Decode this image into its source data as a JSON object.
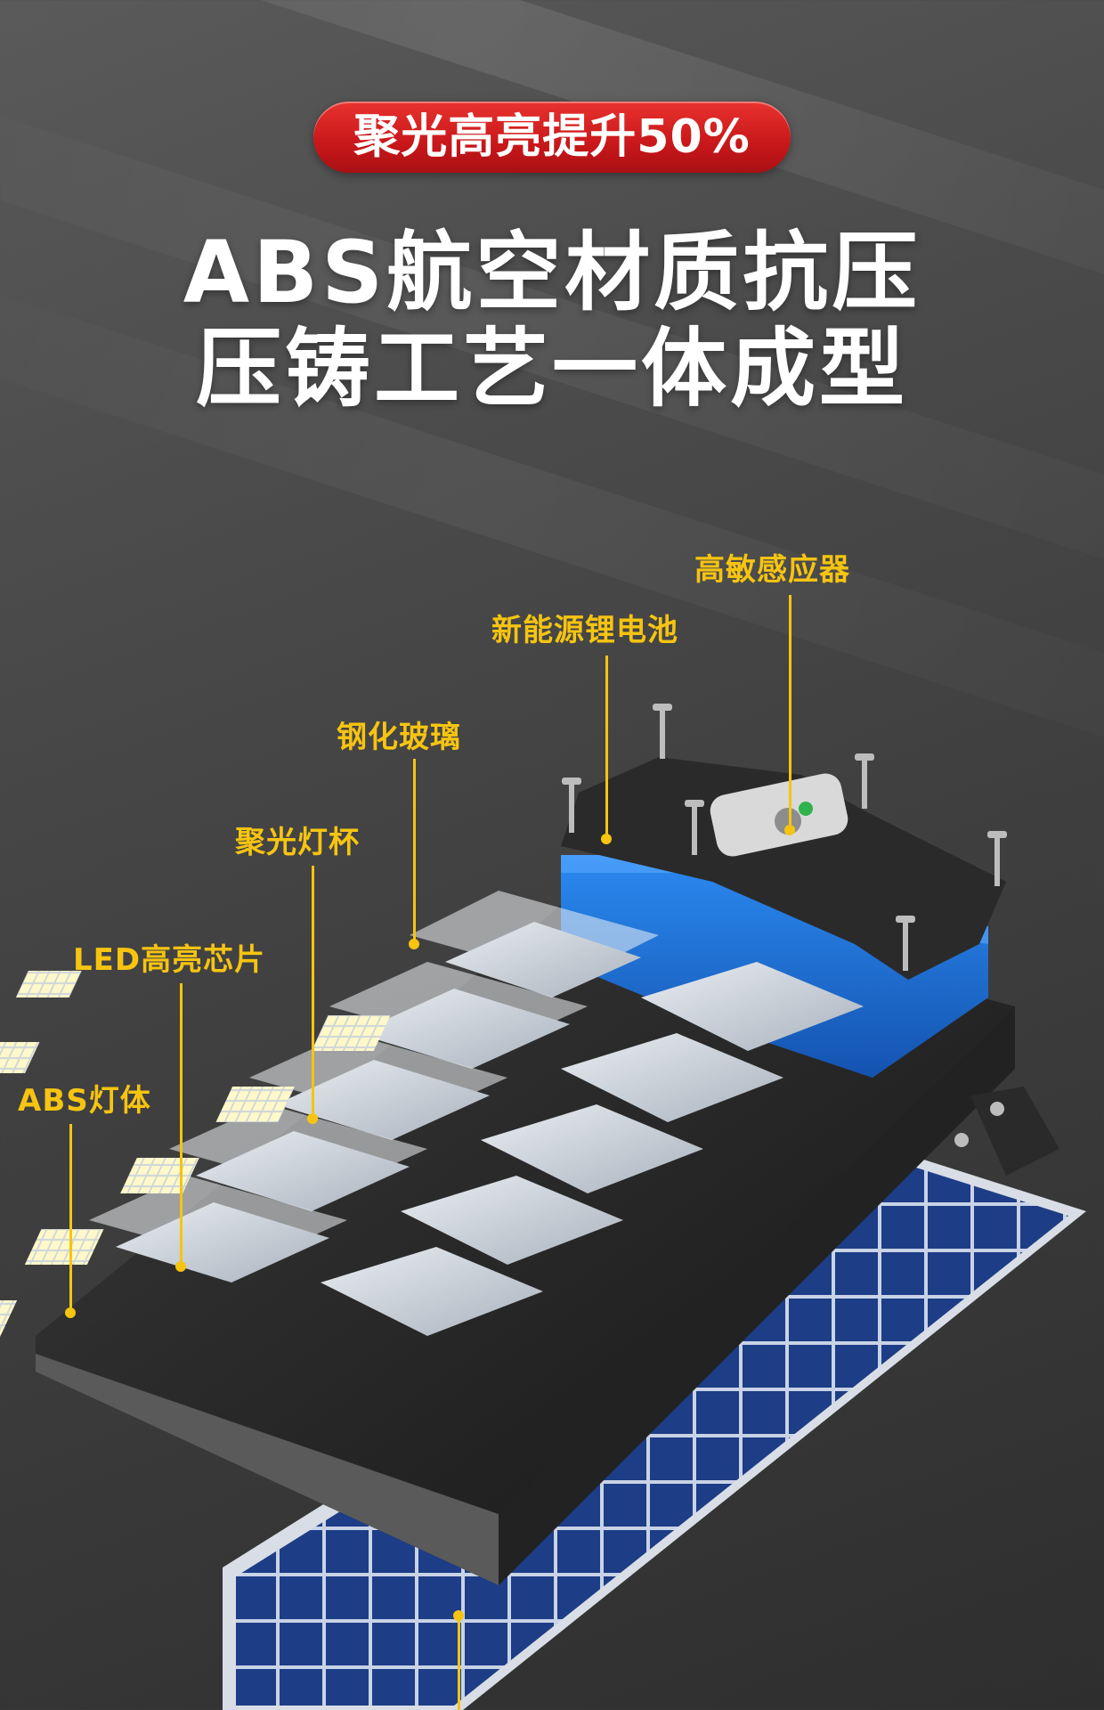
{
  "badge": {
    "text": "聚光高亮提升50%"
  },
  "headline": {
    "line1": "ABS航空材质抗压",
    "line2": "压铸工艺一体成型"
  },
  "callouts": {
    "sensor": "高敏感应器",
    "battery": "新能源锂电池",
    "glass": "钢化玻璃",
    "reflector": "聚光灯杯",
    "chip": "LED高亮芯片",
    "body": "ABS灯体"
  },
  "colors": {
    "accent_red": "#d21e1e",
    "callout_yellow": "#f6c411",
    "battery_blue": "#1c6fd6",
    "solar_blue": "#1f3f8a"
  }
}
